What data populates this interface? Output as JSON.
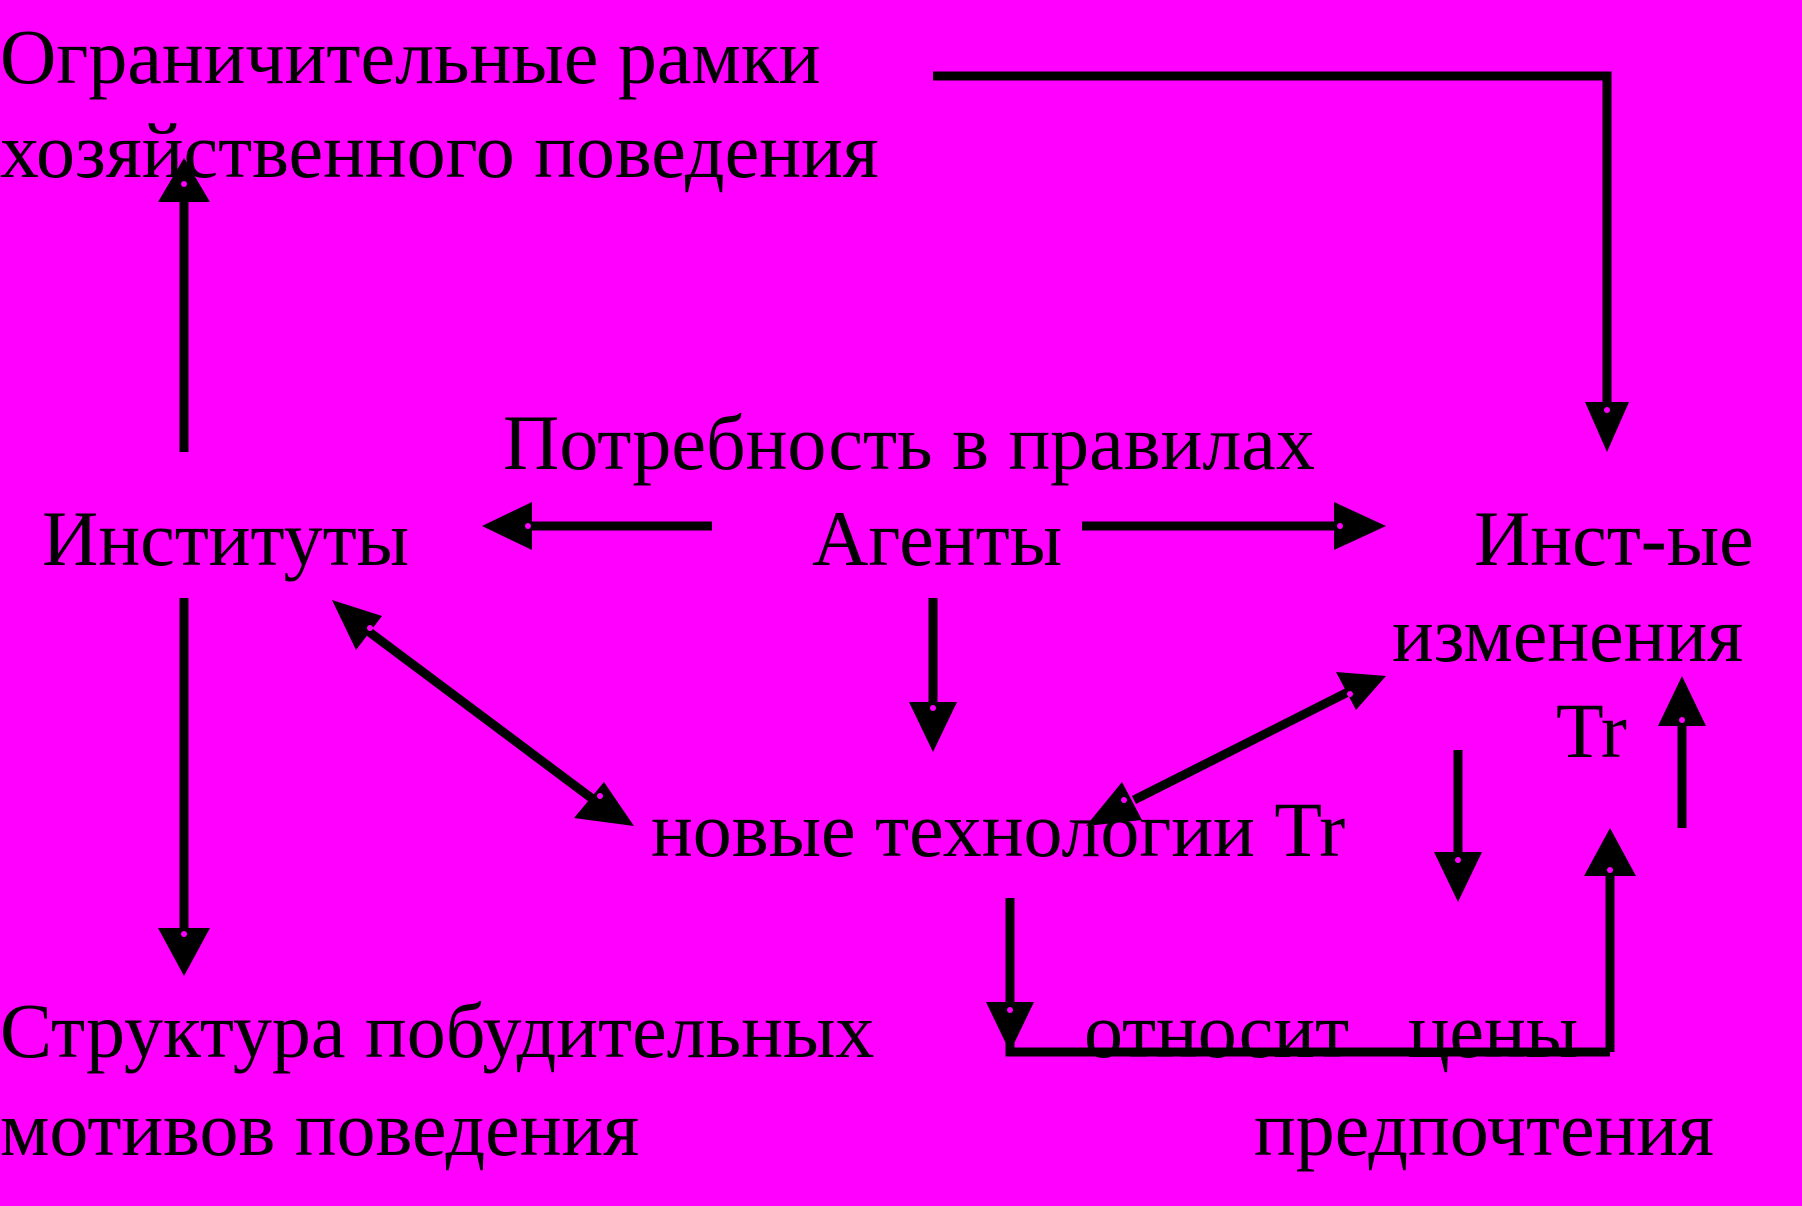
{
  "diagram": {
    "background": "#FF00FF",
    "stroke_color": "#000000",
    "accent_color": "#FF00FF",
    "labels": {
      "constraints_line1": "Ограничительные рамки",
      "constraints_line2": "хозяйственного поведения",
      "needs_for_rules": "Потребность в правилах",
      "institutes": "Институты",
      "agents": "Агенты",
      "inst_changes_line1": "Инст-ые",
      "inst_changes_line2": "изменения",
      "tr": "Tr",
      "new_technologies": "новые технологии Tr",
      "structure_line1": "Структура побудительных",
      "structure_line2": "мотивов поведения",
      "relative_prices": "относит   цены",
      "preferences": "предпочтения"
    }
  }
}
